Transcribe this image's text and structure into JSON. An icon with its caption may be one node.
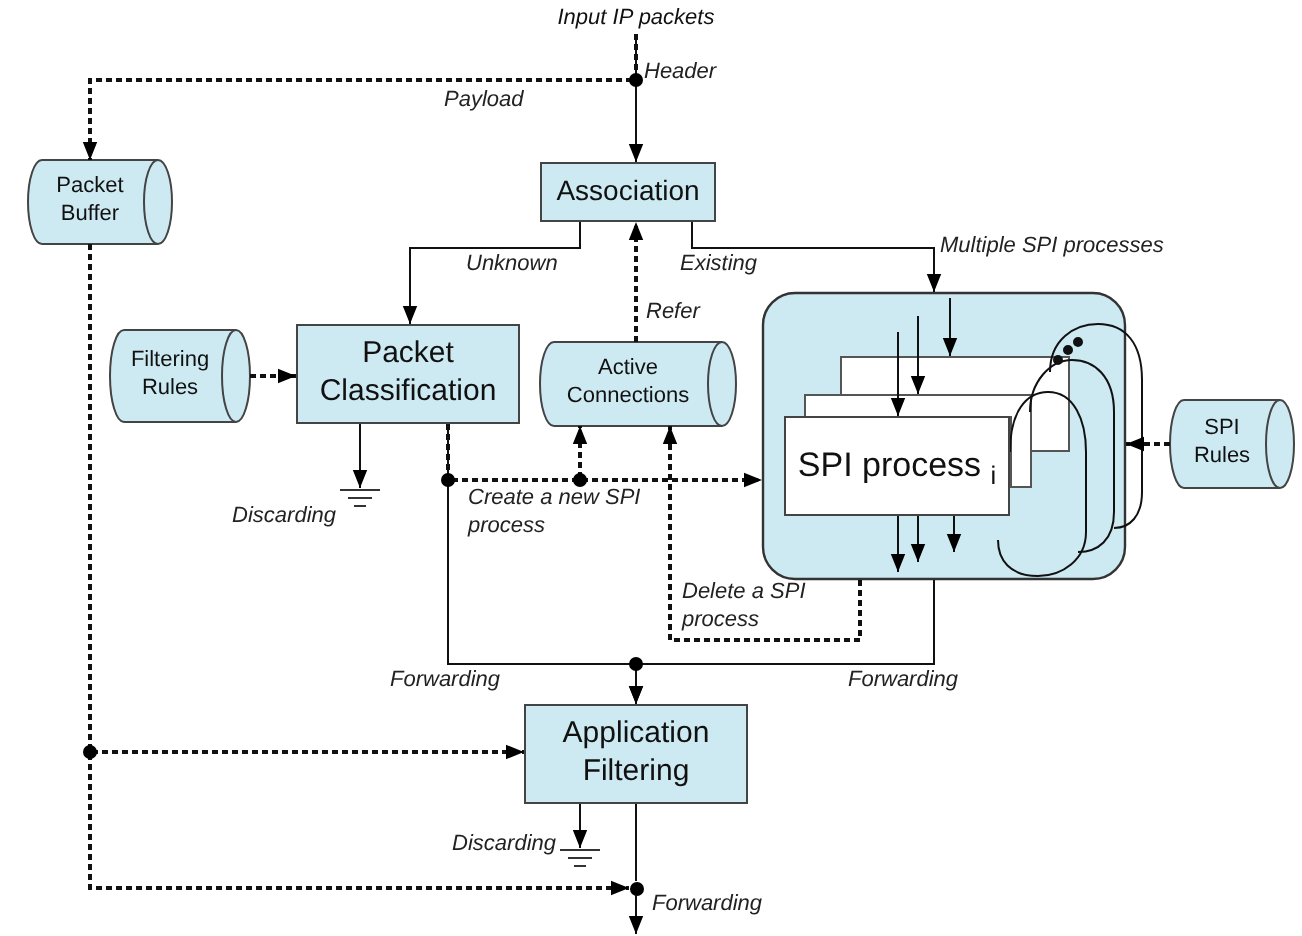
{
  "diagram": {
    "nodes": [
      {
        "text": [
          "Packet Buffer"
        ]
      },
      {
        "text": [
          "Association"
        ]
      },
      {
        "text": [
          "Filtering Rules"
        ]
      },
      {
        "text": [
          "Packet Classification"
        ]
      },
      {
        "text": [
          "Active Connections"
        ]
      },
      {
        "text": [],
        "shape": "box",
        "beside": [
          "Multiple SPI processes"
        ]
      },
      {
        "text": [
          "SPI process $_{i}$"
        ],
        "in": 5
      },
      {
        "text": [
          "SPI Rules"
        ]
      },
      {
        "text": [
          "Application Filtering"
        ]
      },
      {
        "text": [],
        "shape": "ground",
        "beside": [
          "Discarding"
        ]
      },
      {
        "text": [],
        "shape": "ground",
        "beside": [
          "Discarding"
        ]
      },
      {
        "text": [
          "Input IP packets"
        ]
      },
      {
        "text": [],
        "shape": "circle"
      }
    ],
    "edges": [
      {
        "from": 11,
        "to": 1,
        "arrow": "to",
        "label": "Header"
      },
      {
        "from": 11,
        "to": 0,
        "arrow": "to",
        "label": "Payload",
        "style": "dashed"
      },
      {
        "from": 1,
        "to": 3,
        "arrow": "to",
        "label": "Unknown"
      },
      {
        "from": 1,
        "to": 5,
        "arrow": "to",
        "label": "Existing"
      },
      {
        "from": 4,
        "to": 1,
        "arrow": "to",
        "label": "Refer",
        "style": "dashed"
      },
      {
        "from": 2,
        "to": 3,
        "arrow": "to",
        "style": "dashed"
      },
      {
        "from": 7,
        "to": 5,
        "arrow": "to",
        "style": "dashed"
      },
      {
        "from": 3,
        "to": 9,
        "arrow": "to"
      },
      {
        "from": 3,
        "to": 5,
        "arrow": "to",
        "label": "Create a new SPI process",
        "style": "dashed"
      },
      {
        "from": 3,
        "to": 4,
        "arrow": "to",
        "style": "dashed"
      },
      {
        "from": 5,
        "to": 4,
        "arrow": "to",
        "label": "Delete a SPI process",
        "style": "dashed"
      },
      {
        "from": 3,
        "to": 8,
        "arrow": "to",
        "label": "Forwarding"
      },
      {
        "from": 5,
        "to": 8,
        "arrow": "to",
        "label": "Forwarding"
      },
      {
        "from": 0,
        "to": 8,
        "arrow": "to",
        "style": "dashed"
      },
      {
        "from": 0,
        "to": 12,
        "arrow": "to",
        "style": "dashed"
      },
      {
        "from": 8,
        "to": 12,
        "arrow": "none"
      },
      {
        "from": 8,
        "to": 10,
        "arrow": "to"
      },
      {
        "from": 12,
        "to": null,
        "arrow": "to",
        "label": "Forwarding"
      },
      {
        "from": null,
        "to": 6,
        "arrow": "to"
      },
      {
        "from": 6,
        "to": null,
        "arrow": "to"
      },
      {
        "from": 6,
        "to": null,
        "arrow": "to"
      },
      {
        "from": 6,
        "to": null,
        "arrow": "to"
      }
    ]
  }
}
